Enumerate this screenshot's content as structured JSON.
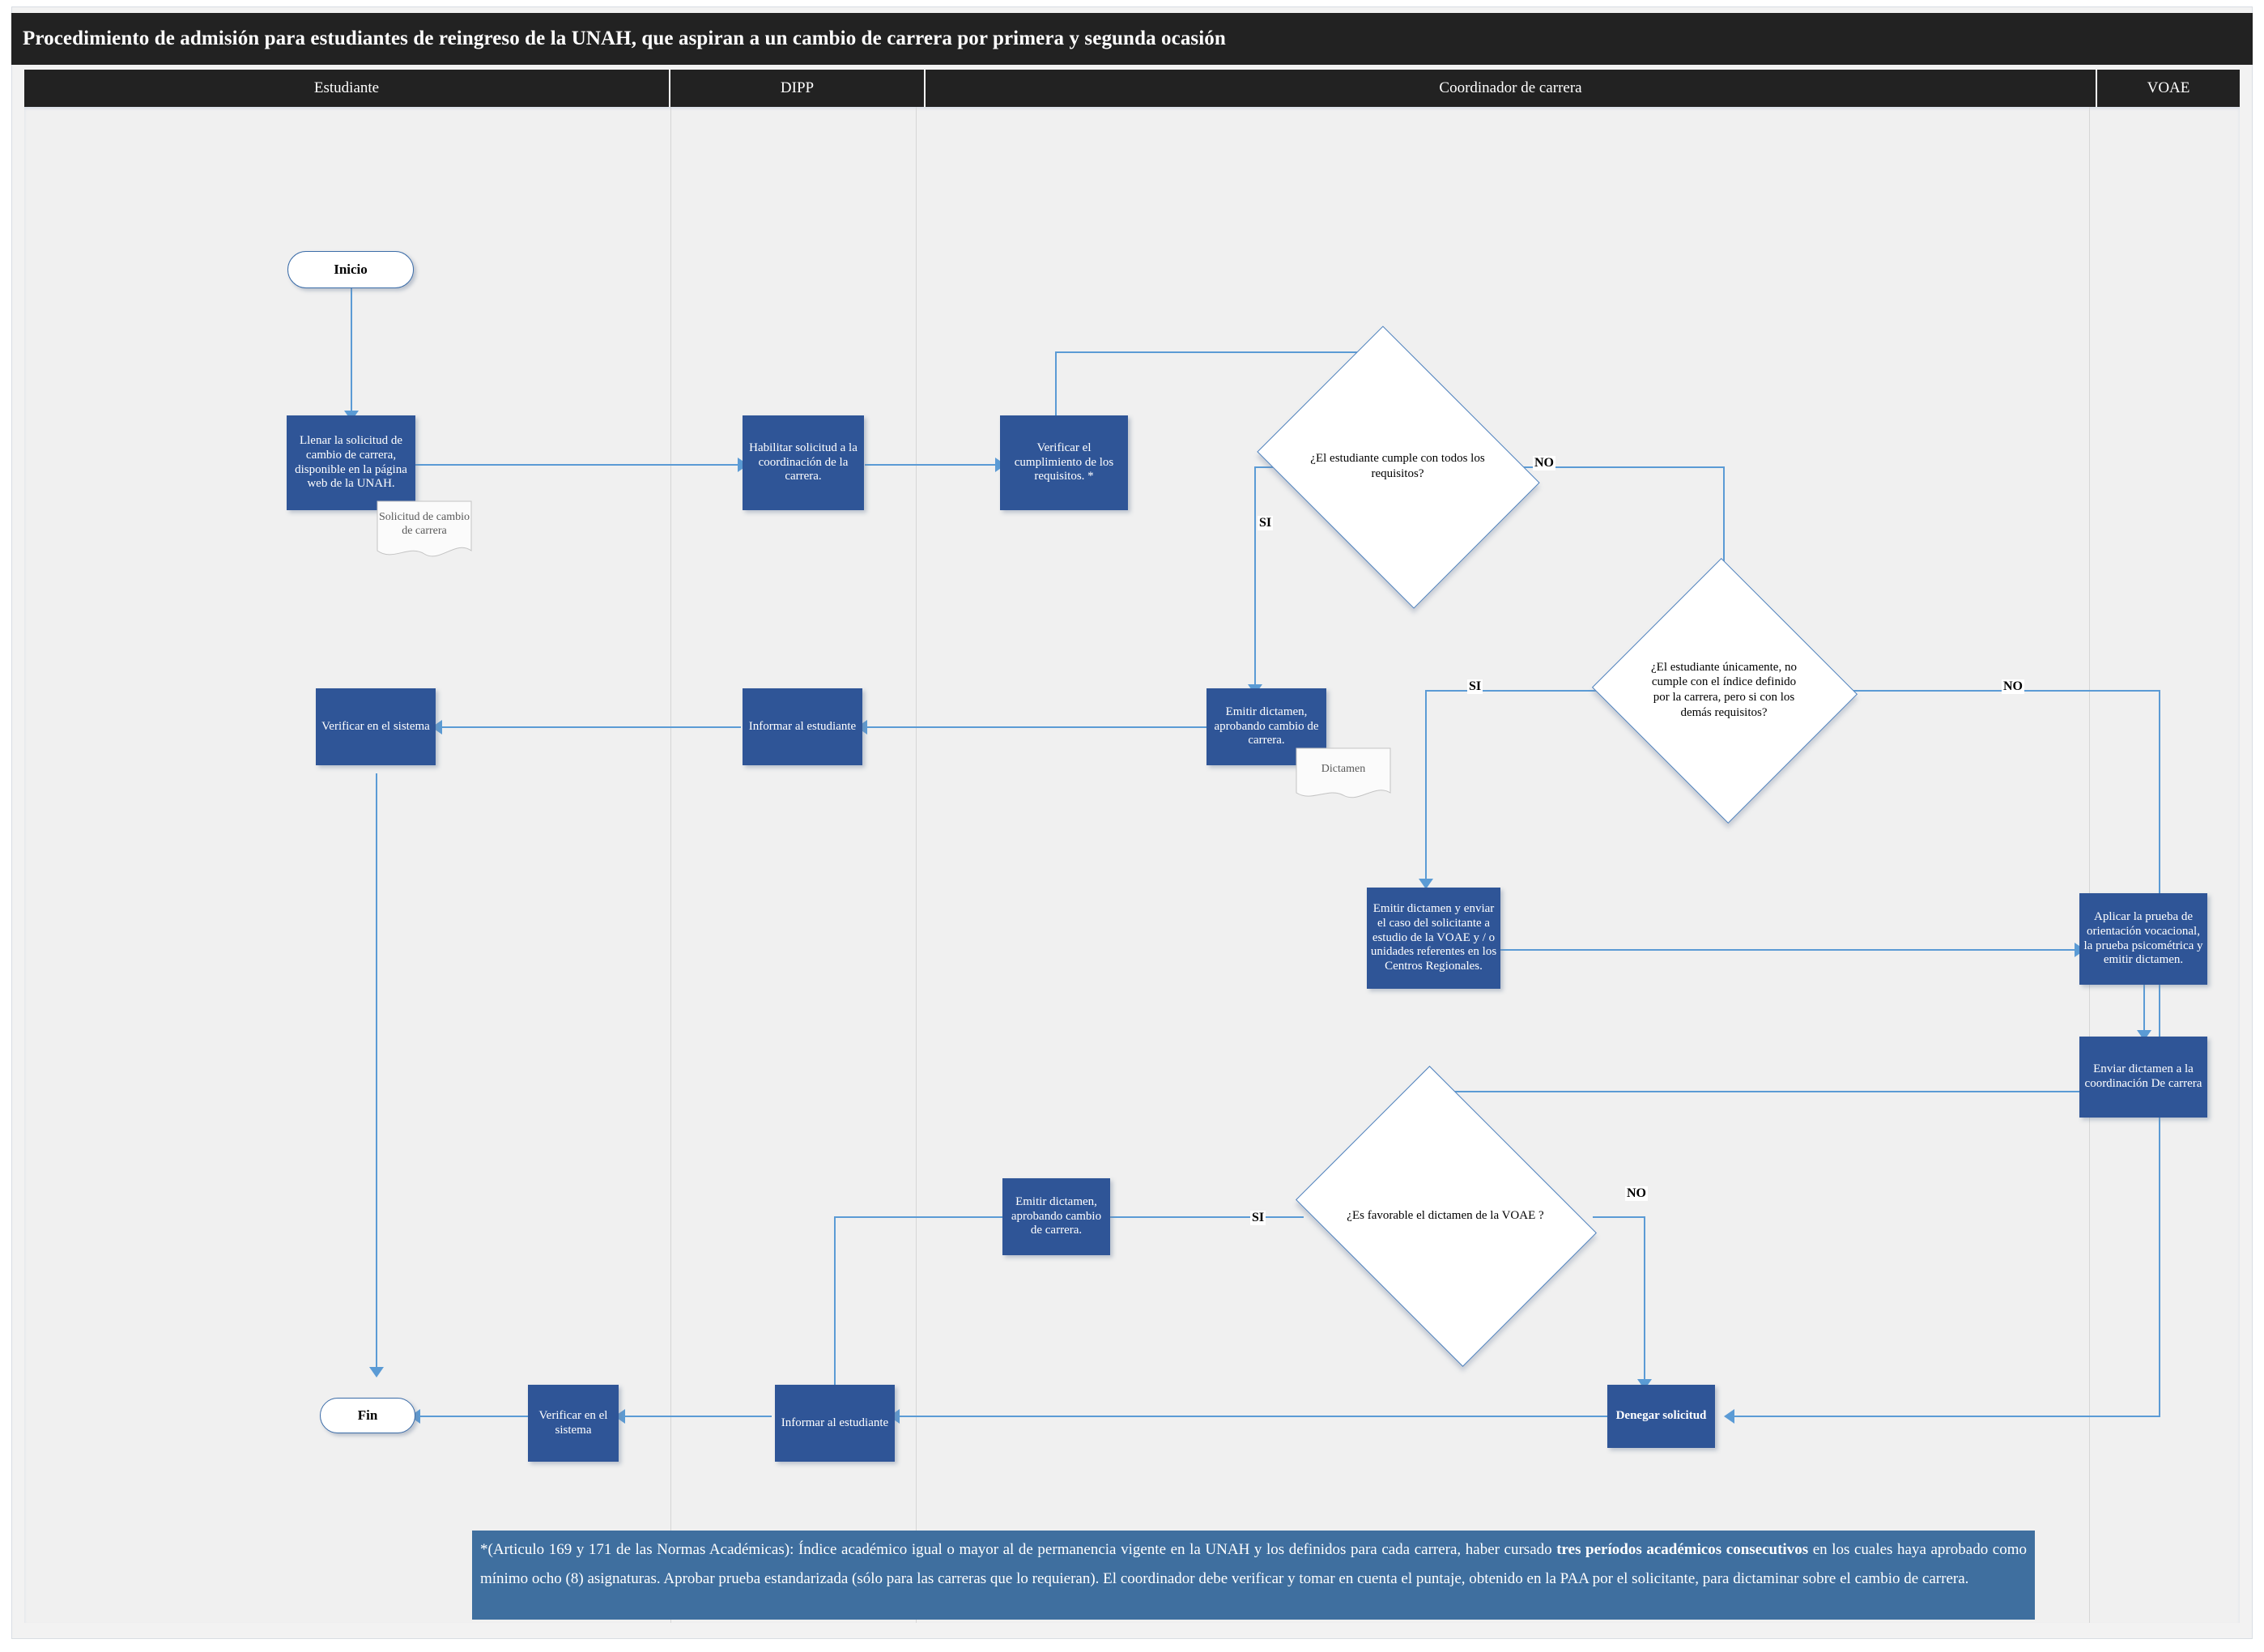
{
  "title": "Procedimiento de admisión para estudiantes de reingreso de la UNAH, que aspiran a un cambio de carrera por primera y segunda ocasión",
  "lanes": [
    {
      "label": "Estudiante"
    },
    {
      "label": "DIPP"
    },
    {
      "label": "Coordinador de carrera"
    },
    {
      "label": "VOAE"
    }
  ],
  "nodes": {
    "inicio": "Inicio",
    "fin": "Fin",
    "llenar_solicitud": "Llenar la solicitud de cambio de carrera, disponible en la página web de la UNAH.",
    "doc_solicitud": "Solicitud de cambio de carrera",
    "habilitar_solicitud": "Habilitar solicitud  a la coordinación de la carrera.",
    "verificar_requisitos": "Verificar el cumplimiento de los requisitos. *",
    "decision_requisitos": "¿El estudiante cumple con todos los requisitos?",
    "decision_indice": "¿El estudiante únicamente, no cumple con el índice definido por la carrera,  pero si con los demás requisitos?",
    "emitir_dictamen_aprob_1": "Emitir dictamen, aprobando cambio de carrera.",
    "doc_dictamen": "Dictamen",
    "informar_estudiante_1": "Informar al estudiante",
    "verificar_sistema_1": "Verificar en el sistema",
    "emitir_enviar_voae": "Emitir dictamen y enviar el caso del solicitante a estudio de la VOAE y / o unidades referentes en los Centros Regionales.",
    "aplicar_prueba": "Aplicar  la prueba de orientación vocacional, la prueba psicométrica y emitir dictamen.",
    "enviar_dictamen_coord": "Enviar dictamen  a la coordinación De carrera",
    "decision_voae": "¿Es favorable el dictamen de la VOAE ?",
    "emitir_dictamen_aprob_2": "Emitir dictamen, aprobando cambio de carrera.",
    "denegar_solicitud": "Denegar solicitud",
    "informar_estudiante_2": "Informar al estudiante",
    "verificar_sistema_2": "Verificar en el sistema"
  },
  "branch_labels": {
    "si_requisitos": "SI",
    "no_requisitos": "NO",
    "si_indice": "SI",
    "no_indice": "NO",
    "si_voae": "SI",
    "no_voae": "NO"
  },
  "footnote": {
    "p1": "*(Articulo 169 y 171 de las Normas Académicas): Índice académico igual o mayor al de permanencia vigente en la UNAH y los definidos para cada carrera, haber cursado ",
    "b1": "tres períodos académicos consecutivos",
    "p2": " en los cuales haya aprobado como mínimo ocho (8) asignaturas.          Aprobar prueba estandarizada (sólo para las carreras que lo requieran). El coordinador debe verificar y tomar en cuenta el puntaje, obtenido en la PAA por el solicitante, para dictaminar sobre el cambio de carrera."
  },
  "colors": {
    "process_fill": "#2F5597",
    "header_bar": "#222222",
    "connector": "#5b9bd5",
    "footnote_bg": "#3f6f9f",
    "lane_bg": "#f0f0f0"
  }
}
